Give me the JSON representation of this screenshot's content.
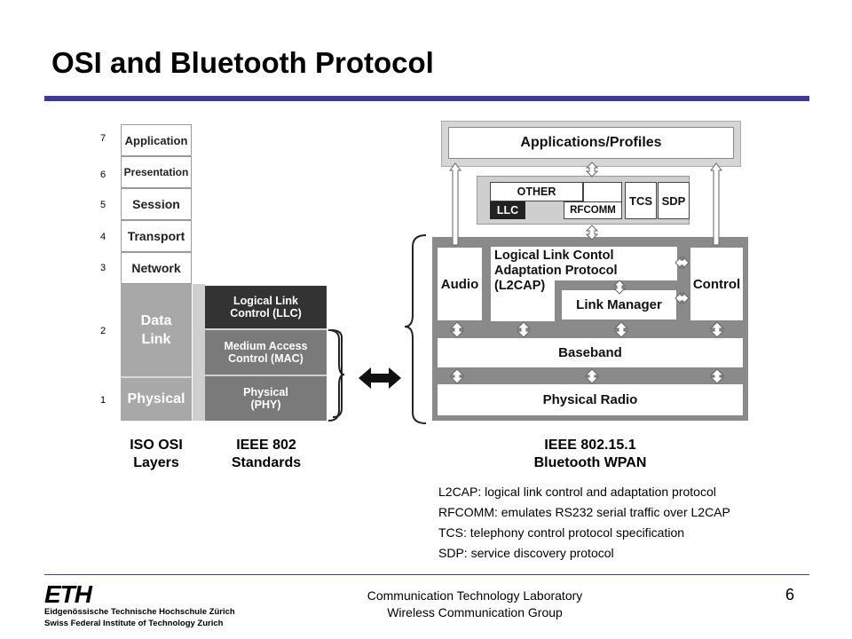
{
  "title": "OSI and Bluetooth Protocol",
  "osi": {
    "layers": [
      {
        "num": "7",
        "name": "Application"
      },
      {
        "num": "6",
        "name": "Presentation"
      },
      {
        "num": "5",
        "name": "Session"
      },
      {
        "num": "4",
        "name": "Transport"
      },
      {
        "num": "3",
        "name": "Network"
      },
      {
        "num": "2",
        "name": "Data\nLink"
      },
      {
        "num": "1",
        "name": "Physical"
      }
    ],
    "caption": "ISO OSI\nLayers"
  },
  "ieee802": {
    "llc": "Logical Link\nControl (LLC)",
    "mac": "Medium Access\nControl (MAC)",
    "phy": "Physical\n(PHY)",
    "caption": "IEEE 802\nStandards"
  },
  "bluetooth": {
    "apps": "Applications/Profiles",
    "other": "OTHER",
    "llc": "LLC",
    "rfcomm": "RFCOMM",
    "tcs": "TCS",
    "sdp": "SDP",
    "audio": "Audio",
    "l2cap": "Logical Link Contol\nAdaptation Protocol\n(L2CAP)",
    "link_manager": "Link Manager",
    "control": "Control",
    "baseband": "Baseband",
    "radio": "Physical Radio",
    "caption": "IEEE 802.15.1\nBluetooth WPAN"
  },
  "legend": [
    "L2CAP: logical link control and adaptation protocol",
    "RFCOMM: emulates RS232 serial traffic over L2CAP",
    "TCS: telephony control protocol specification",
    "SDP: service discovery protocol"
  ],
  "footer": {
    "logo": "ETH",
    "institution_de": "Eidgenössische Technische Hochschule Zürich",
    "institution_en": "Swiss Federal Institute of Technology Zurich",
    "lab": "Communication Technology Laboratory\nWireless Communication Group",
    "page": "6"
  }
}
